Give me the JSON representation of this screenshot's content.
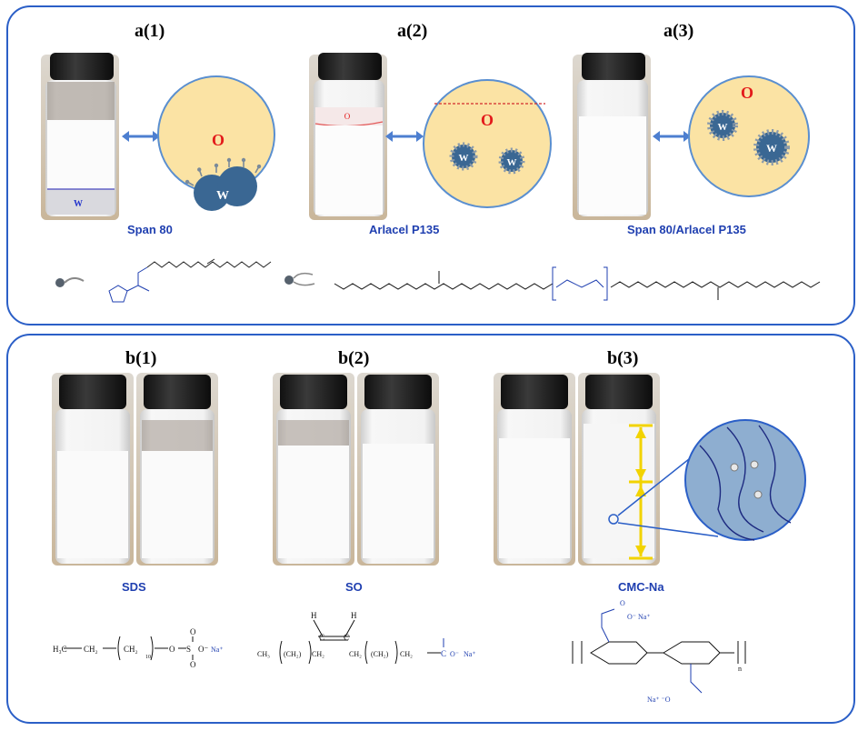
{
  "panel_a": {
    "labels": [
      "a(1)",
      "a(2)",
      "a(3)"
    ],
    "captions": [
      "Span 80",
      "Arlacel P135",
      "Span 80/Arlacel P135"
    ],
    "phase_oil": "O",
    "phase_water": "W"
  },
  "panel_b": {
    "labels": [
      "b(1)",
      "b(2)",
      "b(3)"
    ],
    "captions": [
      "SDS",
      "SO",
      "CMC-Na"
    ]
  },
  "colors": {
    "frame": "#2b5fc7",
    "oil": "#fbe3a4",
    "droplet": "#3a6793",
    "caption": "#1f3fb0",
    "oil_label": "#e31b1b"
  }
}
